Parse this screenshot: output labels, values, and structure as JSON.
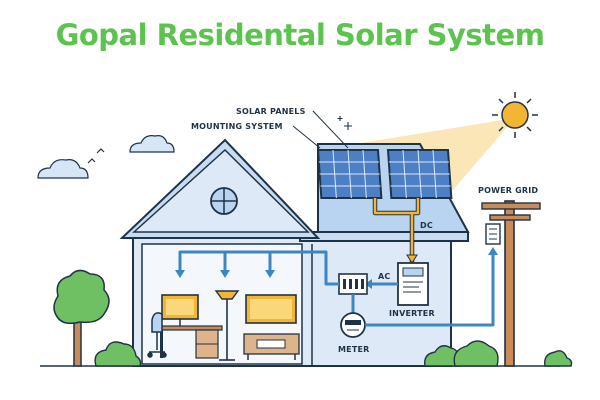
{
  "title": "Gopal Residental Solar System",
  "labels": {
    "solar_panels": "SOLAR PANELS",
    "mounting_system": "MOUNTING SYSTEM",
    "power_grid": "POWER GRID",
    "dc": "DC",
    "ac": "AC",
    "inverter": "INVERTER",
    "meter": "METER"
  },
  "colors": {
    "title": "#5cc34f",
    "outline": "#1f3347",
    "sky_blue": "#b8d4f0",
    "wall_blue": "#dde9f7",
    "panel_blue": "#4d7fc4",
    "sun": "#f2b632",
    "wire_yellow": "#f2b632",
    "wire_blue": "#3c86c4",
    "tree_green": "#6fc062"
  }
}
